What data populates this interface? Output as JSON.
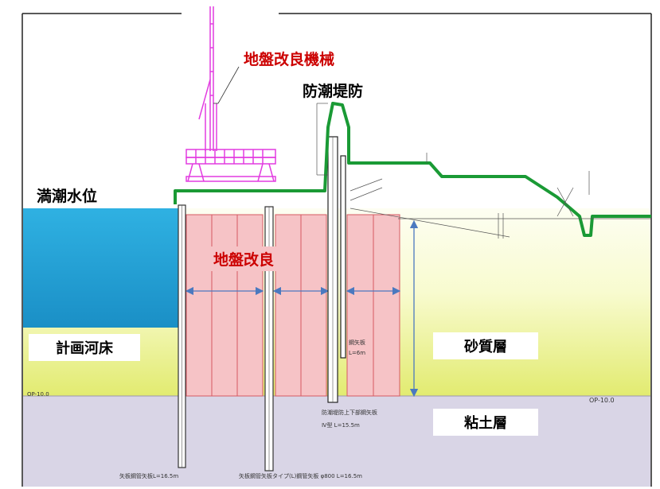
{
  "labels": {
    "machine": "地盤改良機械",
    "seawall": "防潮堤防",
    "high_tide": "満潮水位",
    "ground_improvement": "地盤改良",
    "riverbed": "計画河床",
    "sandy_layer": "砂質層",
    "clay_layer": "粘土層"
  },
  "annotations": {
    "op_left": "OP-10.0",
    "op_right": "OP-10.0",
    "sheet_pile_main": "防潮堤防上下部鋼矢板",
    "sheet_pile_dims": "Ⅳ型  L=15.5m",
    "pile_left": "矢板鋼管矢板L=16.5m",
    "pile_bottom": "矢板鋼管矢板タイプ(L)鋼管矢板  φ800 L=16.5m",
    "inner_note": "鋼矢板",
    "inner_len": "L=6m"
  },
  "colors": {
    "water": "#2aa8dc",
    "sand_top": "#fbfde0",
    "sand_bottom": "#e3ec73",
    "clay": "#d9d5e6",
    "improvement": "#f6c3c6",
    "improvement_line": "#d55a63",
    "embankment": "#1a9a35",
    "machine": "#e23ce0",
    "arrow": "#4b79bf",
    "label_red": "#cc0000"
  }
}
